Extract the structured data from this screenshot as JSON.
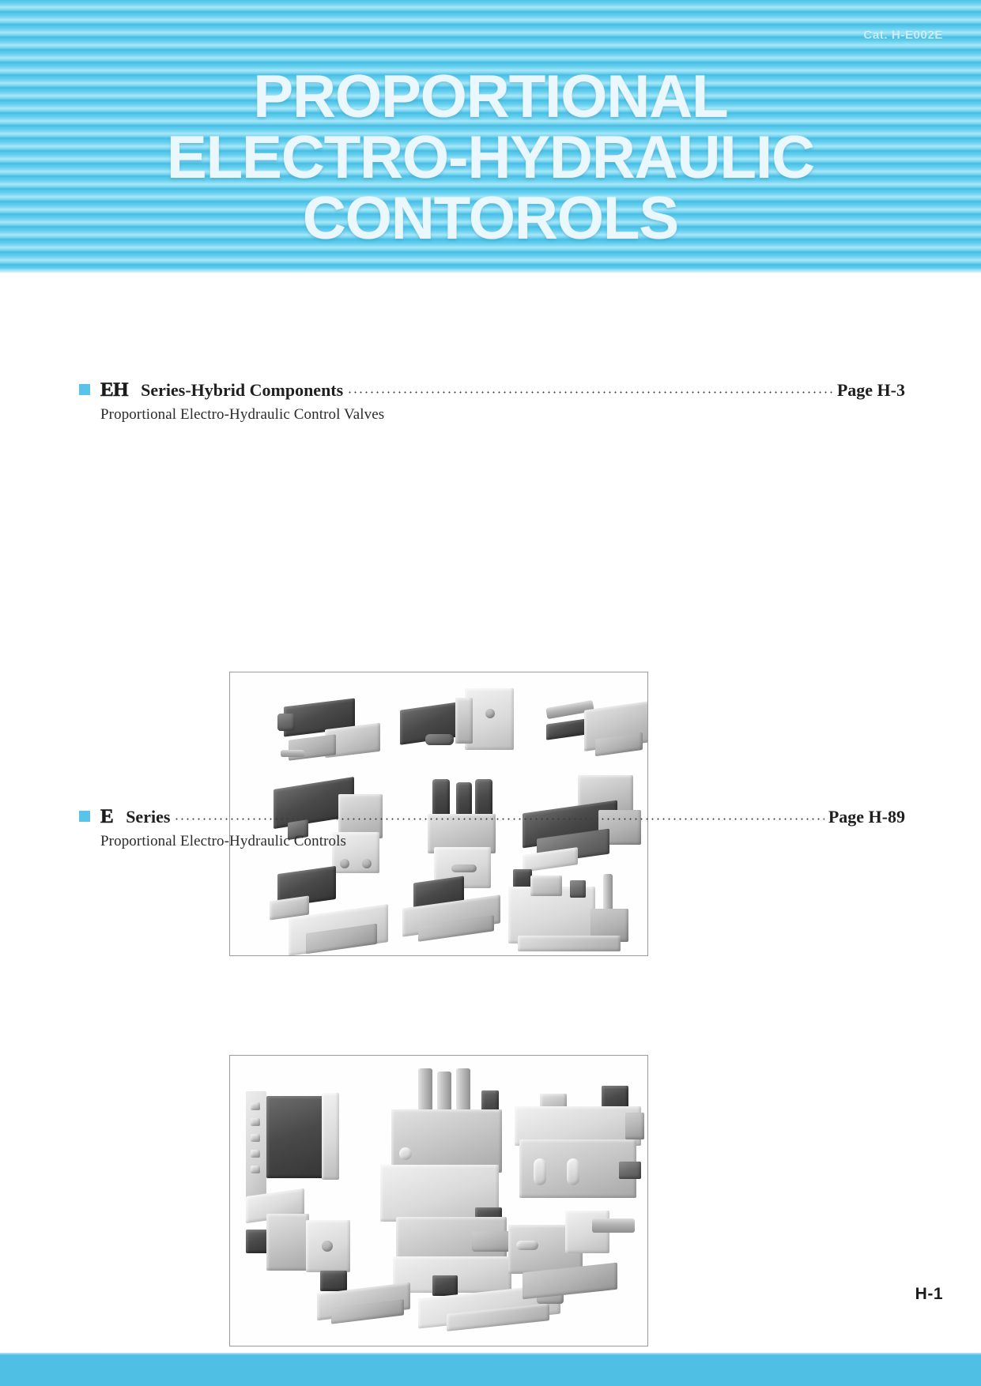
{
  "header": {
    "catalog_number": "Cat. H-E002E",
    "title_lines": [
      "PROPORTIONAL",
      "ELECTRO-HYDRAULIC",
      "CONTOROLS"
    ],
    "banner_color": "#4fc3e8",
    "title_color": "#eaf8fd"
  },
  "contents": [
    {
      "bullet_color": "#59c3e8",
      "series_code": "EH",
      "series_label": "Series-Hybrid Components",
      "page_ref": "Page H-3",
      "subtitle": "Proportional Electro-Hydraulic  Control Valves",
      "figure_name": "eh-series-product-photo"
    },
    {
      "bullet_color": "#59c3e8",
      "series_code": "E",
      "series_label": "Series",
      "page_ref": "Page H-89",
      "subtitle": "Proportional Electro-Hydraulic Controls",
      "figure_name": "e-series-product-photo"
    }
  ],
  "footer": {
    "page_number": "H-1",
    "band_color": "#4fc0e4"
  }
}
